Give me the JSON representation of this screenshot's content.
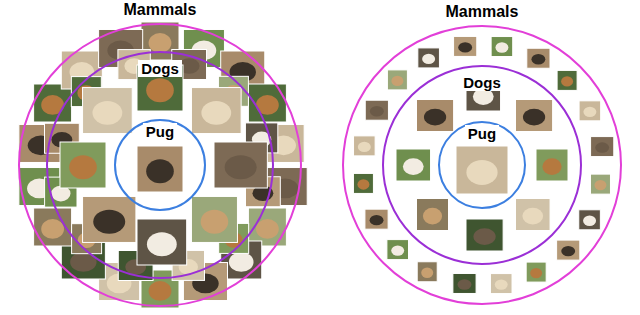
{
  "diagram": {
    "nodes": [
      {
        "text": [
          "Mammals"
        ]
      },
      {
        "text": [
          "Dogs"
        ],
        "in": 0
      },
      {
        "text": [
          "Pug"
        ],
        "in": 1
      },
      {
        "text": [
          "Mammals"
        ]
      },
      {
        "text": [
          "Dogs"
        ],
        "in": 3
      },
      {
        "text": [
          "Pug"
        ],
        "in": 4
      }
    ]
  }
}
